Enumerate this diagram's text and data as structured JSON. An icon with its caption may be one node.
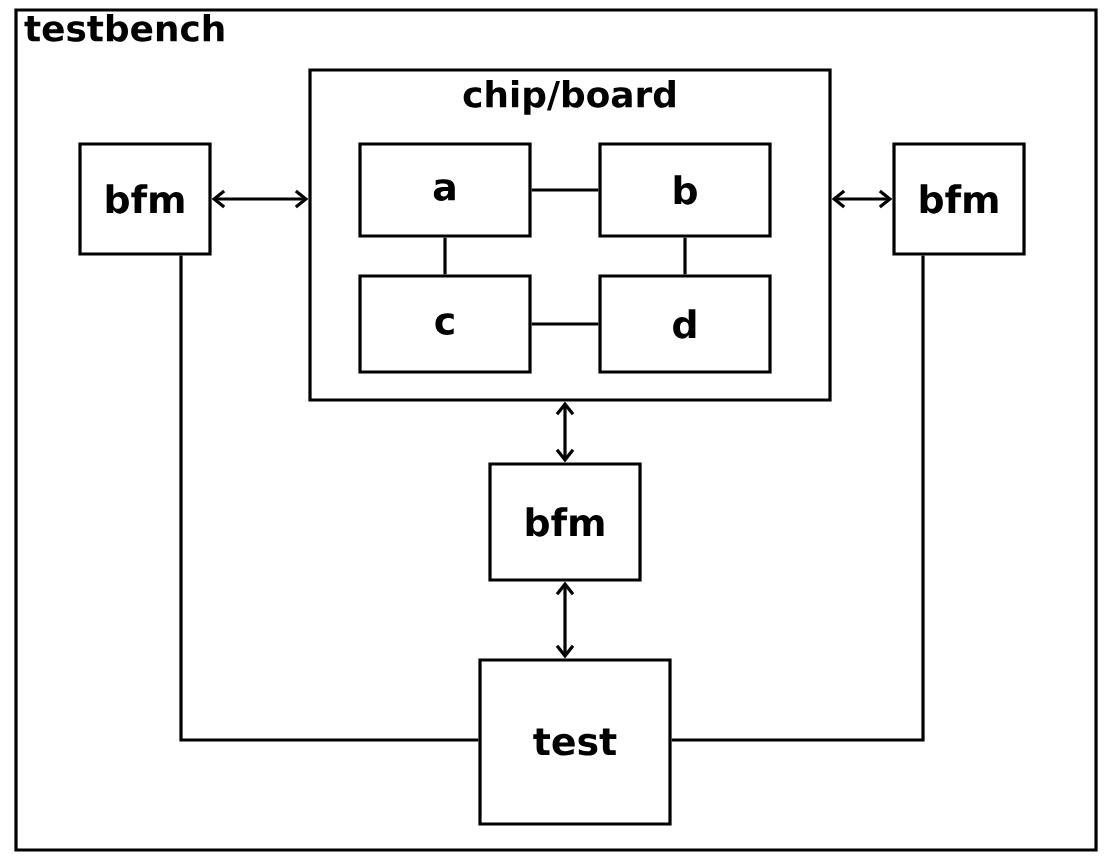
{
  "diagram": {
    "nodes": [
      {
        "text": [
          "testbench"
        ]
      },
      {
        "text": [
          "chip/board"
        ],
        "in": 0
      },
      {
        "text": [
          "bfm"
        ],
        "in": 0
      },
      {
        "text": [
          "a"
        ],
        "in": 1
      },
      {
        "text": [
          "b"
        ],
        "in": 1
      },
      {
        "text": [
          "bfm"
        ],
        "in": 0
      },
      {
        "text": [
          "c"
        ],
        "in": 1
      },
      {
        "text": [
          "d"
        ],
        "in": 1
      },
      {
        "text": [
          "bfm"
        ],
        "in": 0
      },
      {
        "text": [
          "test"
        ],
        "in": 0
      }
    ],
    "edges": [
      {
        "from": 2,
        "to": 1,
        "arrow": "both"
      },
      {
        "from": 3,
        "to": 4,
        "arrow": "none"
      },
      {
        "from": 1,
        "to": 5,
        "arrow": "both"
      },
      {
        "from": 3,
        "to": 6,
        "arrow": "none"
      },
      {
        "from": 4,
        "to": 7,
        "arrow": "none"
      },
      {
        "from": 6,
        "to": 7,
        "arrow": "none"
      },
      {
        "from": 1,
        "to": 8,
        "arrow": "both"
      },
      {
        "from": 8,
        "to": 9,
        "arrow": "both"
      },
      {
        "from": 2,
        "to": 9,
        "arrow": "none"
      },
      {
        "from": 5,
        "to": 9,
        "arrow": "none"
      }
    ]
  }
}
